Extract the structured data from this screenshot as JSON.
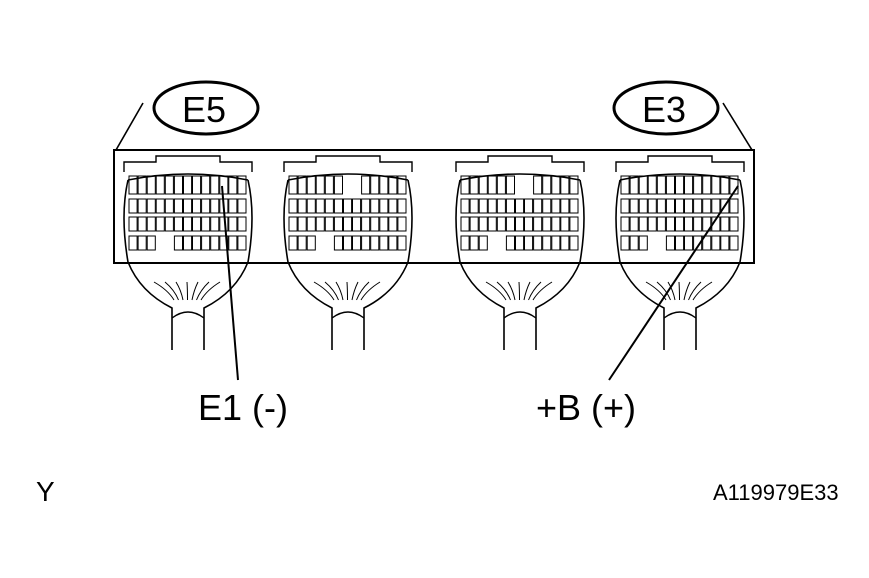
{
  "connectors": [
    {
      "id": "E5"
    },
    {
      "id": "E3"
    }
  ],
  "terminals": {
    "ground": "E1 (-)",
    "battery": "+B (+)"
  },
  "corner_letter": "Y",
  "figure_code": "A119979E33",
  "colors": {
    "line": "#000000",
    "background": "#ffffff"
  }
}
